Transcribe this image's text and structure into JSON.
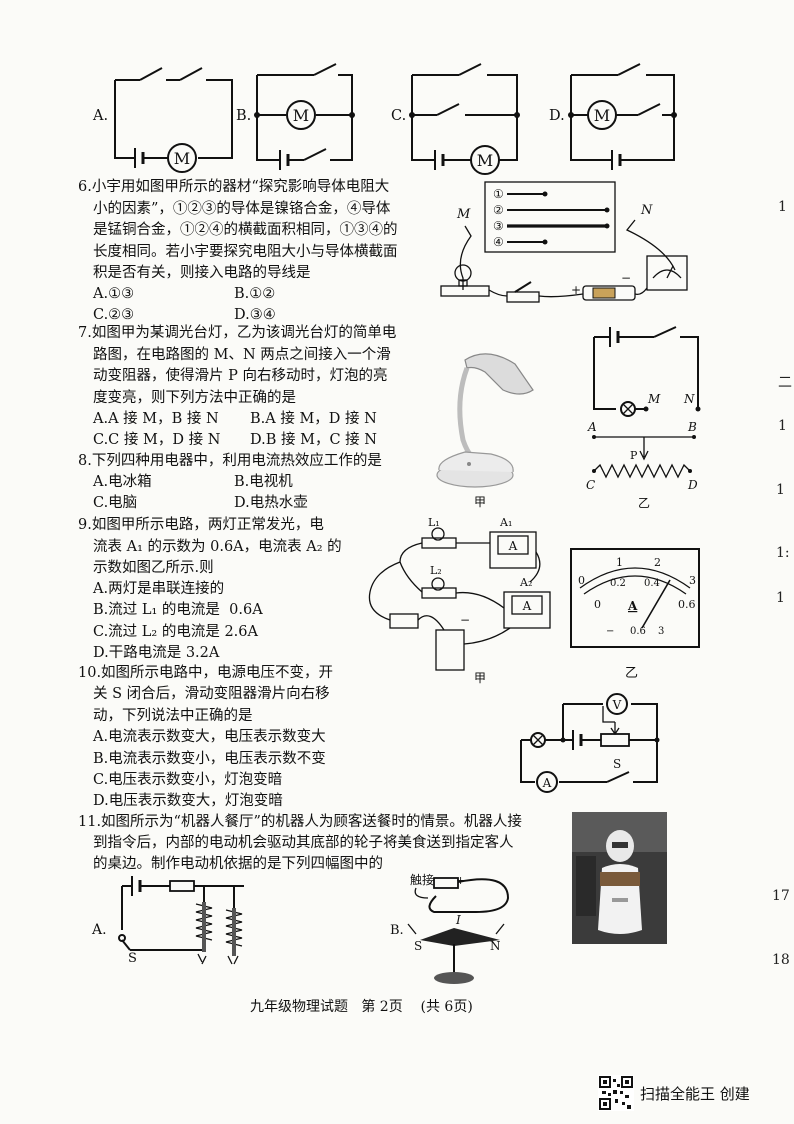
{
  "q5_options": [
    "A.",
    "B.",
    "C.",
    "D."
  ],
  "motor_label": "M",
  "q6": {
    "lines": [
      "6.小宇用如图甲所示的器材“探究影响导体电阻大",
      "小的因素”，①②③的导体是镍铬合金，④导体",
      "是锰铜合金，①②④的横截面积相同，①③④的",
      "长度相同。若小宇要探究电阻大小与导体横截面",
      "积是否有关，则接入电路的导线是"
    ],
    "options": [
      "A.①③",
      "B.①②",
      "C.②③",
      "D.③④"
    ],
    "fig": {
      "wires": [
        "①",
        "②",
        "③",
        "④"
      ],
      "m": "M",
      "n": "N",
      "plus": "+",
      "minus": "−"
    }
  },
  "q7": {
    "lines": [
      "7.如图甲为某调光台灯，乙为该调光台灯的简单电",
      "路图，在电路图的 M、N 两点之间接入一个滑",
      "动变阻器，使得滑片 P 向右移动时，灯泡的亮",
      "度变亮，则下列方法中正确的是"
    ],
    "options": [
      "A.A 接 M，B 接 N",
      "B.A 接 M，D 接 N",
      "C.C 接 M，D 接 N",
      "D.B 接 M，C 接 N"
    ],
    "fig": {
      "jia": "甲",
      "yi": "乙",
      "m": "M",
      "n": "N",
      "a": "A",
      "b": "B",
      "c": "C",
      "d": "D",
      "p": "P"
    }
  },
  "q8": {
    "lines": [
      "8.下列四种用电器中，利用电流热效应工作的是"
    ],
    "options": [
      "A.电冰箱",
      "B.电视机",
      "C.电脑",
      "D.电热水壶"
    ]
  },
  "q9": {
    "lines": [
      "9.如图甲所示电路，两灯正常发光，电",
      "流表 A₁ 的示数为 0.6A，电流表 A₂ 的",
      "示数如图乙所示.则"
    ],
    "options": [
      "A.两灯是串联连接的",
      "B.流过 L₁ 的电流是  0.6A",
      "C.流过 L₂ 的电流是 2.6A",
      "D.干路电流是 3.2A"
    ],
    "fig": {
      "l1": "L₁",
      "l2": "L₂",
      "a1": "A₁",
      "a2": "A₂",
      "jia": "甲",
      "yi": "乙",
      "scale_top": [
        "0",
        "1",
        "2",
        "3"
      ],
      "scale_mid": [
        "0.2",
        "0.4"
      ],
      "scale_bottom": [
        "0",
        "0.6"
      ],
      "unit": "A",
      "terminals": [
        "−",
        "0.6",
        "3"
      ],
      "meter_terms": "0.6 3"
    }
  },
  "q10": {
    "lines": [
      "10.如图所示电路中，电源电压不变，开",
      "关 S 闭合后，滑动变阻器滑片向右移",
      "动，下列说法中正确的是"
    ],
    "options": [
      "A.电流表示数变大，电压表示数变大",
      "B.电流表示数变小，电压表示数不变",
      "C.电压表示数变小，灯泡变暗",
      "D.电压表示数变大，灯泡变暗"
    ],
    "fig": {
      "v": "V",
      "a": "A",
      "s": "S"
    }
  },
  "q11": {
    "lines": [
      "11.如图所示为“机器人餐厅”的机器人为顾客送餐时的情景。机器人接",
      "到指令后，内部的电动机会驱动其底部的轮子将美食送到指定客人",
      "的桌边。制作电动机依据的是下列四幅图中的"
    ],
    "figA": {
      "label": "A.",
      "s": "S"
    },
    "figB": {
      "label": "B.",
      "touch": "触接",
      "plus": "+",
      "i": "I",
      "s": "S",
      "n": "N"
    }
  },
  "footer": "九年级物理试题   第 2页    (共 6页)",
  "margin_numbers": [
    "1",
    "二",
    "1",
    "1",
    "1:",
    "1",
    "17",
    "18"
  ],
  "scanner": "扫描全能王  创建"
}
